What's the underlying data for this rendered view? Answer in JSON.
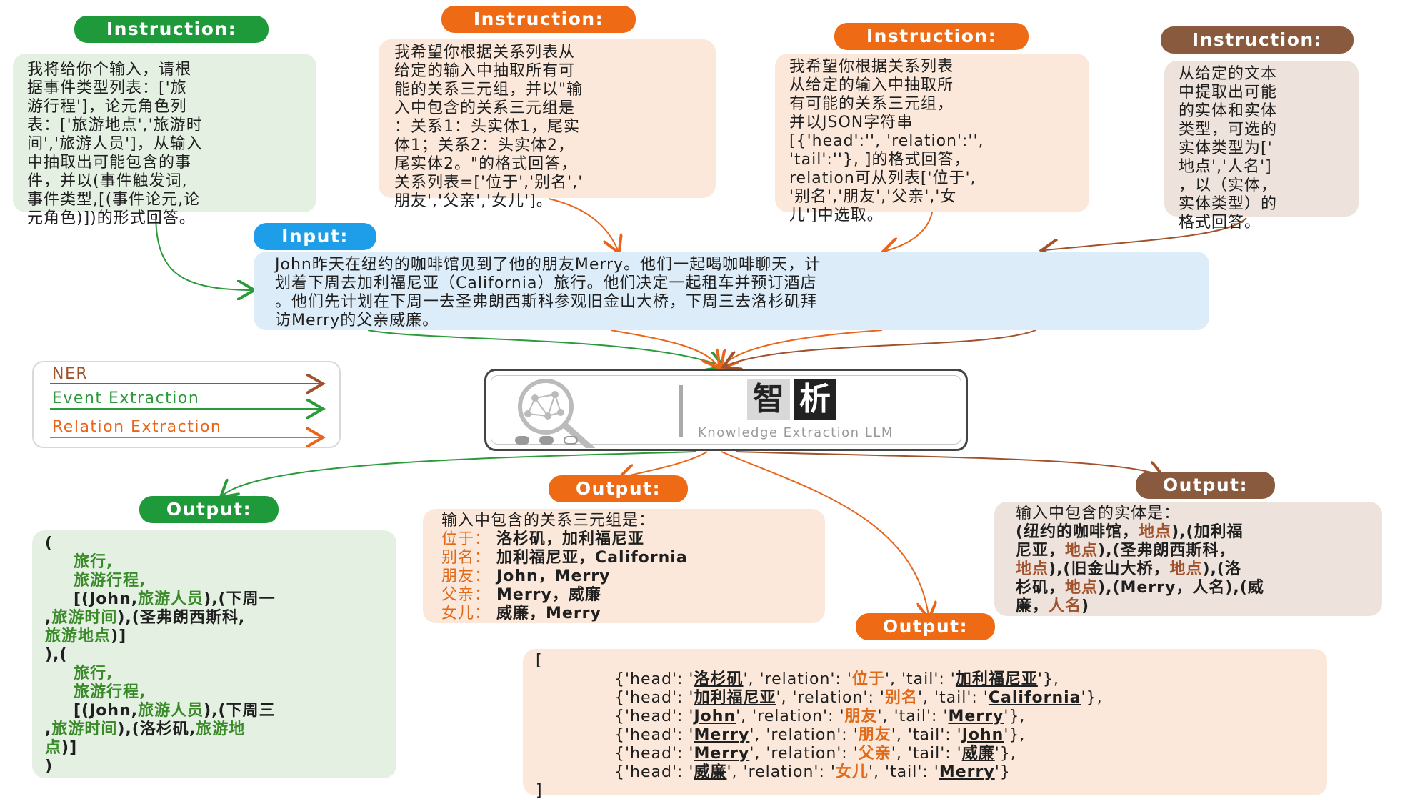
{
  "labels": {
    "instruction": "Instruction:",
    "input": "Input:",
    "output": "Output:"
  },
  "instructions": {
    "event": [
      "我将给你个输入，请根",
      "据事件类型列表：['旅",
      "游行程']，论元角色列",
      "表：['旅游地点','旅游时",
      "间','旅游人员']，从输入",
      "中抽取出可能包含的事",
      "件，并以(事件触发词,",
      "事件类型,[(事件论元,论",
      "元角色)])的形式回答。"
    ],
    "relation1": [
      "我希望你根据关系列表从",
      "给定的输入中抽取所有可",
      "能的关系三元组，并以\"输",
      "入中包含的关系三元组是",
      "：关系1：头实体1，尾实",
      "体1；关系2：头实体2，",
      "尾实体2。\"的格式回答，",
      "关系列表=['位于','别名','",
      "朋友','父亲','女儿']。"
    ],
    "relation2": [
      "我希望你根据关系列表",
      "从给定的输入中抽取所",
      "有可能的关系三元组，",
      "并以JSON字符串",
      "[{'head':'', 'relation':'',",
      "'tail':''}, ]的格式回答，",
      "relation可从列表['位于',",
      "'别名','朋友','父亲','女",
      "儿']中选取。"
    ],
    "ner": [
      "从给定的文本",
      "中提取出可能",
      "的实体和实体",
      "类型，可选的",
      "实体类型为['",
      "地点','人名']",
      "，以（实体，",
      "实体类型）的",
      "格式回答。"
    ]
  },
  "input_text": [
    "John昨天在纽约的咖啡馆见到了他的朋友Merry。他们一起喝咖啡聊天，计",
    "划着下周去加利福尼亚（California）旅行。他们决定一起租车并预订酒店",
    "。他们先计划在下周一去圣弗朗西斯科参观旧金山大桥，下周三去洛杉矶拜",
    "访Merry的父亲威廉。"
  ],
  "legend": {
    "ner": "NER",
    "event": "Event Extraction",
    "relation": "Relation Extraction"
  },
  "llm": {
    "title_1": "智",
    "title_2": "析",
    "subtitle": "Knowledge Extraction LLM"
  },
  "outputs": {
    "event": {
      "open": "(",
      "trigger_1": "旅行,",
      "type_1": "旅游行程,",
      "args_1a": "[(John,",
      "role_1a": "旅游人员",
      "args_1b": "),(下周一",
      "args_1c": ",",
      "role_1c": "旅游时间",
      "args_1d": "),(圣弗朗西斯科,",
      "role_1e": "旅游地点",
      "args_1f": ")]",
      "sep": "),(",
      "trigger_2": "旅行,",
      "type_2": "旅游行程,",
      "args_2a": "[(John,",
      "role_2a": "旅游人员",
      "args_2b": "),(下周三",
      "args_2c": ",",
      "role_2c": "旅游时间",
      "args_2d": "),(洛杉矶,",
      "role_2d": "旅游地",
      "role_2e": "点",
      "args_2f": ")]",
      "close": ")"
    },
    "relation1": {
      "header": "输入中包含的关系三元组是：",
      "rows": [
        {
          "rel": "位于：",
          "val": "洛杉矶，加利福尼亚"
        },
        {
          "rel": "别名：",
          "val": "加利福尼亚，California"
        },
        {
          "rel": "朋友：",
          "val": "John，Merry"
        },
        {
          "rel": "父亲：",
          "val": "Merry，威廉"
        },
        {
          "rel": "女儿：",
          "val": "威廉，Merry"
        }
      ]
    },
    "relation2": {
      "open": "[",
      "rows": [
        {
          "head": "洛杉矶",
          "relation": "位于",
          "tail": "加利福尼亚"
        },
        {
          "head": "加利福尼亚",
          "relation": "别名",
          "tail": "California"
        },
        {
          "head": "John",
          "relation": "朋友",
          "tail": "Merry"
        },
        {
          "head": "Merry",
          "relation": "朋友",
          "tail": "John"
        },
        {
          "head": "Merry",
          "relation": "父亲",
          "tail": "威廉"
        },
        {
          "head": "威廉",
          "relation": "女儿",
          "tail": "Merry"
        }
      ],
      "close": "]"
    },
    "ner": {
      "header": "输入中包含的实体是：",
      "e1": "(纽约的咖啡馆，",
      "t1": "地点",
      "e2": "),(加利福",
      "e3": "尼亚，",
      "t3": "地点",
      "e4": "),(圣弗朗西斯科，",
      "t5": "地点",
      "e6": "),(旧金山大桥，",
      "t6": "地点",
      "e7": "),(洛",
      "e8": "杉矶，",
      "t8": "地点",
      "e9": "),(Merry，人名),(威",
      "e10": "廉，",
      "t10": "人名",
      "e11": ")"
    }
  },
  "colors": {
    "green": "#1e9a3a",
    "orange": "#ee6a14",
    "brown": "#8a5a3e",
    "blue": "#1e9ee8"
  }
}
